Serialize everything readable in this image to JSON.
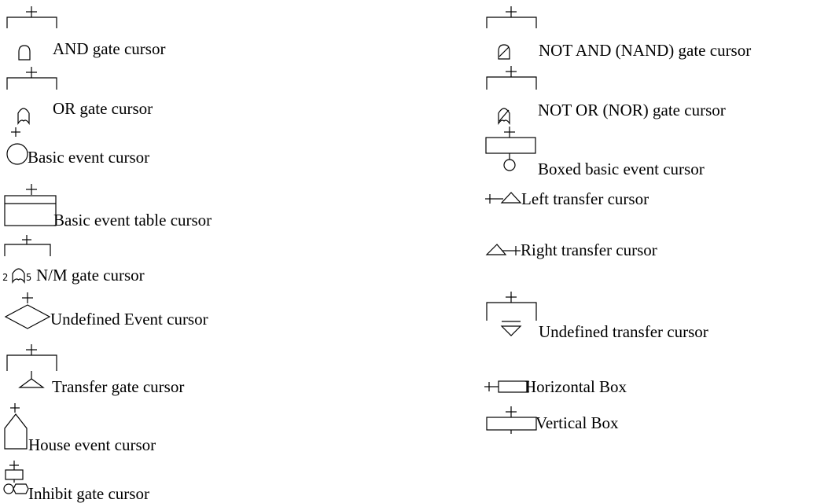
{
  "left_column": [
    {
      "icon": "and-gate-cursor-icon",
      "label": "AND gate cursor"
    },
    {
      "icon": "or-gate-cursor-icon",
      "label": "OR gate cursor"
    },
    {
      "icon": "basic-event-cursor-icon",
      "label": "Basic event cursor"
    },
    {
      "icon": "basic-event-table-cursor-icon",
      "label": "Basic event table cursor"
    },
    {
      "icon": "nm-gate-cursor-icon",
      "label": "N/M gate cursor",
      "icon_text": [
        "2",
        "5"
      ]
    },
    {
      "icon": "undefined-event-cursor-icon",
      "label": "Undefined Event cursor"
    },
    {
      "icon": "transfer-gate-cursor-icon",
      "label": "Transfer gate cursor"
    },
    {
      "icon": "house-event-cursor-icon",
      "label": "House event cursor"
    },
    {
      "icon": "inhibit-gate-cursor-icon",
      "label": "Inhibit gate cursor"
    }
  ],
  "right_column": [
    {
      "icon": "nand-gate-cursor-icon",
      "label": "NOT AND (NAND) gate cursor"
    },
    {
      "icon": "nor-gate-cursor-icon",
      "label": "NOT OR (NOR) gate cursor"
    },
    {
      "icon": "boxed-basic-event-cursor-icon",
      "label": "Boxed basic event cursor"
    },
    {
      "icon": "left-transfer-cursor-icon",
      "label": "Left transfer cursor"
    },
    {
      "icon": "right-transfer-cursor-icon",
      "label": "Right transfer cursor"
    },
    {
      "icon": "undefined-transfer-cursor-icon",
      "label": "Undefined transfer cursor"
    },
    {
      "icon": "horizontal-box-cursor-icon",
      "label": "Horizontal Box"
    },
    {
      "icon": "vertical-box-cursor-icon",
      "label": "Vertical Box"
    }
  ]
}
